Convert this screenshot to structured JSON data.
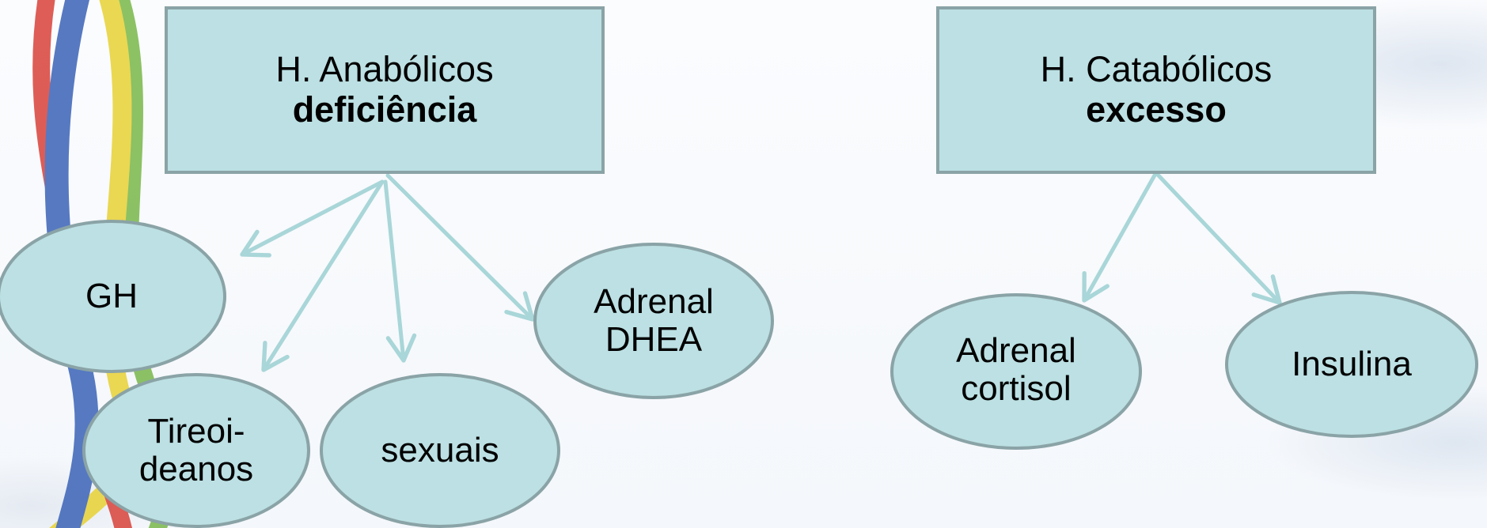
{
  "colors": {
    "fill": "#bce0e3",
    "border": "#8aa3a6",
    "arrow": "#a9d6d8",
    "ribbon_blue": "#3b63b7",
    "ribbon_red": "#d9423a",
    "ribbon_yellow": "#e8d235",
    "ribbon_green": "#79b84a"
  },
  "left_group": {
    "header": {
      "line1": "H. Anabólicos",
      "line2": "deficiência"
    },
    "nodes": {
      "gh": "GH",
      "tireoideanos": "Tireoi-\ndeanos",
      "sexuais": "sexuais",
      "adrenal_dhea": "Adrenal\nDHEA"
    }
  },
  "right_group": {
    "header": {
      "line1": "H. Catabólicos",
      "line2": "excesso"
    },
    "nodes": {
      "adrenal_cortisol": "Adrenal\ncortisol",
      "insulina": "Insulina"
    }
  }
}
